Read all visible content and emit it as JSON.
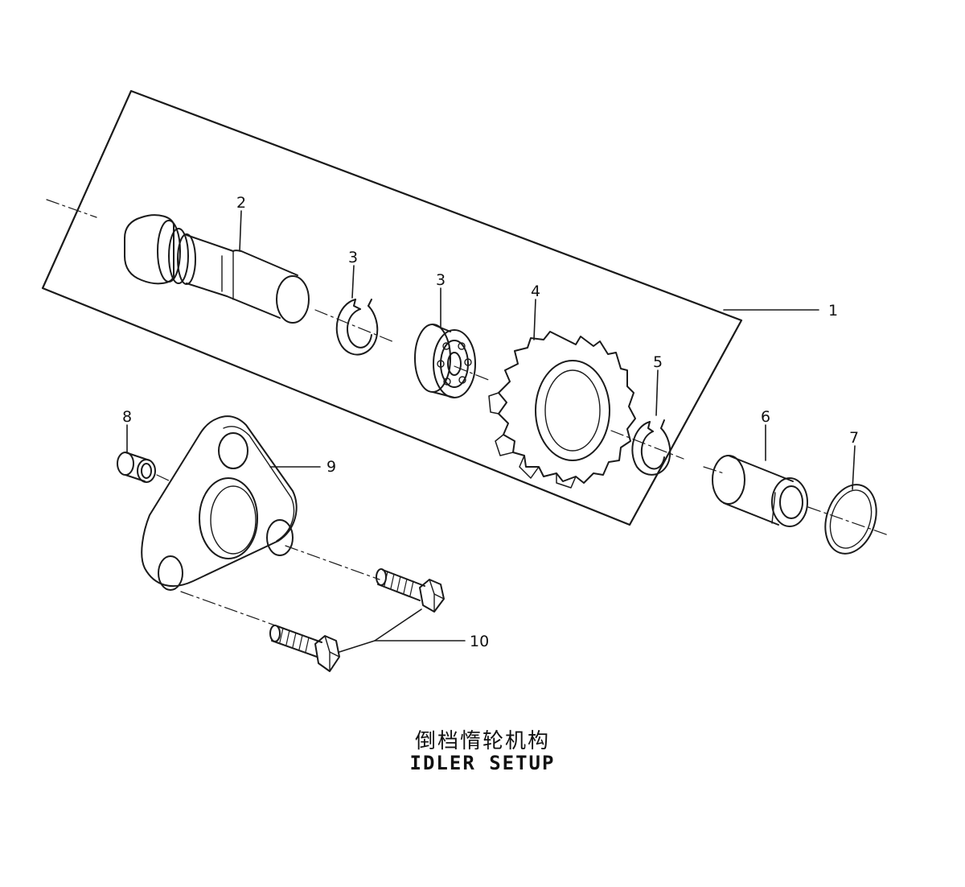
{
  "diagram": {
    "callouts": [
      {
        "id": "c1",
        "text": "1"
      },
      {
        "id": "c2",
        "text": "2"
      },
      {
        "id": "c3a",
        "text": "3"
      },
      {
        "id": "c3b",
        "text": "3"
      },
      {
        "id": "c4",
        "text": "4"
      },
      {
        "id": "c5",
        "text": "5"
      },
      {
        "id": "c6",
        "text": "6"
      },
      {
        "id": "c7",
        "text": "7"
      },
      {
        "id": "c8",
        "text": "8"
      },
      {
        "id": "c9",
        "text": "9"
      },
      {
        "id": "c10",
        "text": "10"
      }
    ],
    "colors": {
      "ink": "#1a1a1a",
      "paper": "#ffffff"
    }
  },
  "title": {
    "chinese": "倒档惰轮机构",
    "english": "IDLER SETUP"
  }
}
